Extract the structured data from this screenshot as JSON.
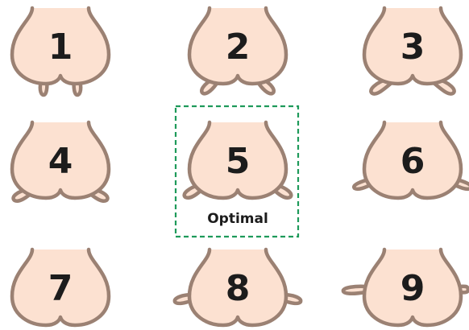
{
  "figures": [
    {
      "number": "1"
    },
    {
      "number": "2"
    },
    {
      "number": "3"
    },
    {
      "number": "4"
    },
    {
      "number": "5",
      "caption": "Optimal"
    },
    {
      "number": "6"
    },
    {
      "number": "7"
    },
    {
      "number": "8"
    },
    {
      "number": "9"
    }
  ],
  "colors": {
    "fill": "#fce1d1",
    "outline": "#9b8173",
    "highlight_border": "#1e9a5a",
    "text": "#1c1c1c"
  }
}
